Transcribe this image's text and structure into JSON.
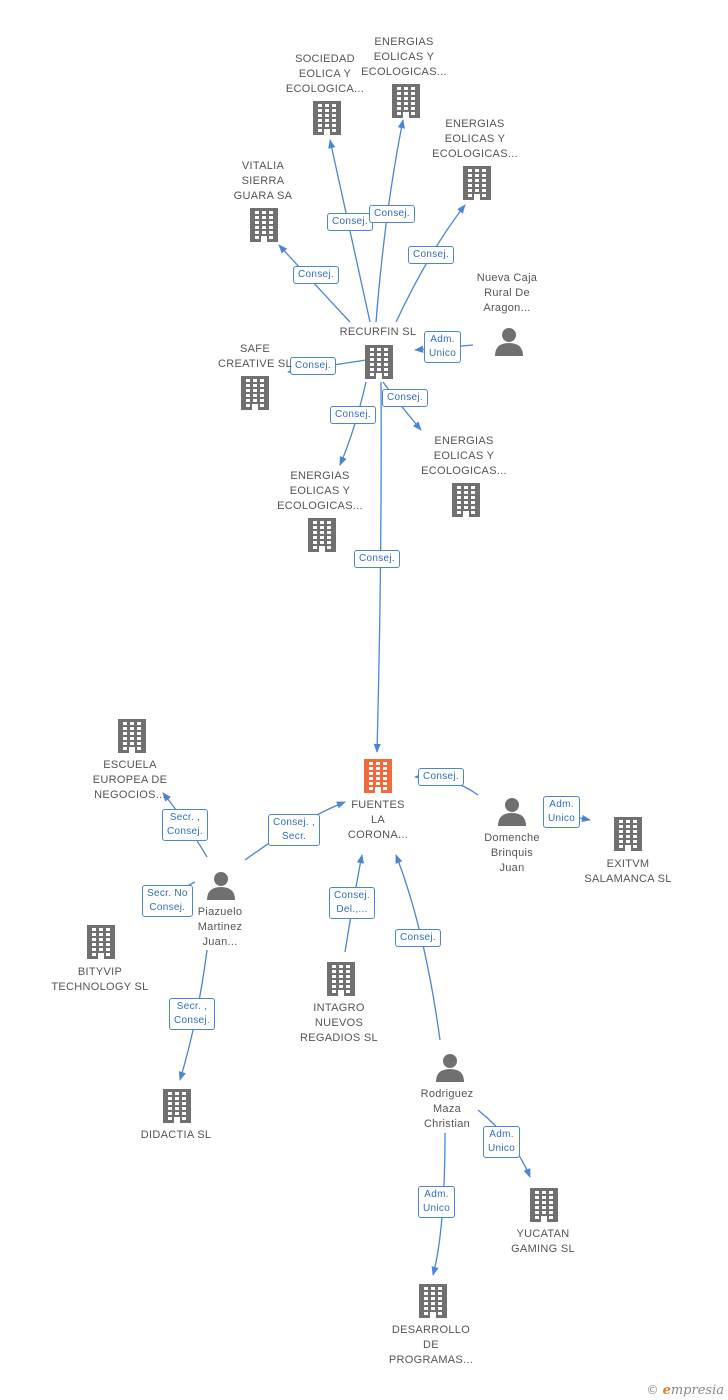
{
  "colors": {
    "company": "#707070",
    "focus": "#f26a3b",
    "person": "#707070",
    "edge": "#4a86d4",
    "label_text": "#2f6fc2"
  },
  "nodes": {
    "sociedad": {
      "type": "company",
      "label": "SOCIEDAD\nEOLICA Y\nECOLOGICA..."
    },
    "energias1": {
      "type": "company",
      "label": "ENERGIAS\nEOLICAS Y\nECOLOGICAS..."
    },
    "energias2": {
      "type": "company",
      "label": "ENERGIAS\nEOLICAS Y\nECOLOGICAS..."
    },
    "vitalia": {
      "type": "company",
      "label": "VITALIA\nSIERRA\nGUARA SA"
    },
    "nueva_caja": {
      "type": "person",
      "label": "Nueva Caja\nRural De\nAragon..."
    },
    "recurfin": {
      "type": "company",
      "label": "RECURFIN SL"
    },
    "safe": {
      "type": "company",
      "label": "SAFE\nCREATIVE SL"
    },
    "energias3": {
      "type": "company",
      "label": "ENERGIAS\nEOLICAS Y\nECOLOGICAS..."
    },
    "energias4": {
      "type": "company",
      "label": "ENERGIAS\nEOLICAS Y\nECOLOGICAS..."
    },
    "escuela": {
      "type": "company",
      "label": "ESCUELA\nEUROPEA DE\nNEGOCIOS..."
    },
    "fuentes": {
      "type": "focus",
      "label": "FUENTES\nLA\nCORONA..."
    },
    "domenche": {
      "type": "person",
      "label": "Domenche\nBrinquis\nJuan"
    },
    "exitvm": {
      "type": "company",
      "label": "EXITVM\nSALAMANCA SL"
    },
    "piazuelo": {
      "type": "person",
      "label": "Piazuelo\nMartinez\nJuan..."
    },
    "bityvip": {
      "type": "company",
      "label": "BITYVIP\nTECHNOLOGY SL"
    },
    "intagro": {
      "type": "company",
      "label": "INTAGRO\nNUEVOS\nREGADIOS SL"
    },
    "didactia": {
      "type": "company",
      "label": "DIDACTIA SL"
    },
    "rodriguez": {
      "type": "person",
      "label": "Rodriguez\nMaza\nChristian"
    },
    "yucatan": {
      "type": "company",
      "label": "YUCATAN\nGAMING SL"
    },
    "desarrollo": {
      "type": "company",
      "label": "DESARROLLO\nDE\nPROGRAMAS..."
    }
  },
  "edges": [
    {
      "from": "recurfin",
      "to": "sociedad",
      "label": "Consej."
    },
    {
      "from": "recurfin",
      "to": "energias1",
      "label": "Consej."
    },
    {
      "from": "recurfin",
      "to": "energias2",
      "label": "Consej."
    },
    {
      "from": "recurfin",
      "to": "vitalia",
      "label": "Consej."
    },
    {
      "from": "nueva_caja",
      "to": "recurfin",
      "label": "Adm.\nUnico"
    },
    {
      "from": "recurfin",
      "to": "safe",
      "label": "Consej."
    },
    {
      "from": "recurfin",
      "to": "energias3",
      "label": "Consej."
    },
    {
      "from": "recurfin",
      "to": "energias4",
      "label": "Consej."
    },
    {
      "from": "recurfin",
      "to": "fuentes",
      "label": "Consej."
    },
    {
      "from": "domenche",
      "to": "fuentes",
      "label": "Consej."
    },
    {
      "from": "domenche",
      "to": "exitvm",
      "label": "Adm.\nUnico"
    },
    {
      "from": "piazuelo",
      "to": "fuentes",
      "label": "Consej. ,\nSecr."
    },
    {
      "from": "piazuelo",
      "to": "escuela",
      "label": "Secr. ,\nConsej."
    },
    {
      "from": "piazuelo",
      "to": "bityvip",
      "label": "Secr. No\nConsej."
    },
    {
      "from": "piazuelo",
      "to": "didactia",
      "label": "Secr. ,\nConsej."
    },
    {
      "from": "intagro",
      "to": "fuentes",
      "label": "Consej.\nDel.,..."
    },
    {
      "from": "rodriguez",
      "to": "fuentes",
      "label": "Consej."
    },
    {
      "from": "rodriguez",
      "to": "yucatan",
      "label": "Adm.\nUnico"
    },
    {
      "from": "rodriguez",
      "to": "desarrollo",
      "label": "Adm.\nUnico"
    }
  ],
  "watermark": {
    "copyright": "©",
    "brand_initial": "e",
    "brand_rest": "mpresia"
  }
}
